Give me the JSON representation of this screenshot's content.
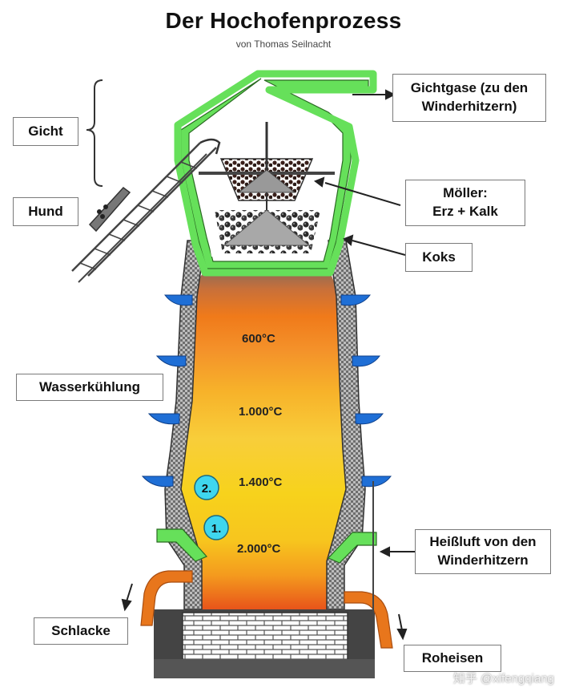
{
  "title": "Der Hochofenprozess",
  "subtitle": "von Thomas Seilnacht",
  "labels": {
    "gicht": "Gicht",
    "hund": "Hund",
    "gichtgase_line1": "Gichtgase (zu den",
    "gichtgase_line2": "Winderhitzern)",
    "moeller_line1": "Möller:",
    "moeller_line2": "Erz + Kalk",
    "koks": "Koks",
    "wasserkuehlung": "Wasserkühlung",
    "heissluft_line1": "Heißluft von den",
    "heissluft_line2": "Winderhitzern",
    "schlacke": "Schlacke",
    "roheisen": "Roheisen"
  },
  "temperatures": [
    "600°C",
    "1.000°C",
    "1.400°C",
    "2.000°C"
  ],
  "markers": [
    "2.",
    "1."
  ],
  "watermark": "知乎 @xifengqiang",
  "colors": {
    "frame_green": "#66e05a",
    "brick_gray": "#8a8a8a",
    "cooling_blue": "#1f6fd6",
    "pipe_orange": "#e8761c",
    "hot_top": "#8a6a5a",
    "hot_orange": "#f07a1a",
    "hot_yellow": "#f7d21c",
    "marker_cyan": "#3fd6ee"
  }
}
